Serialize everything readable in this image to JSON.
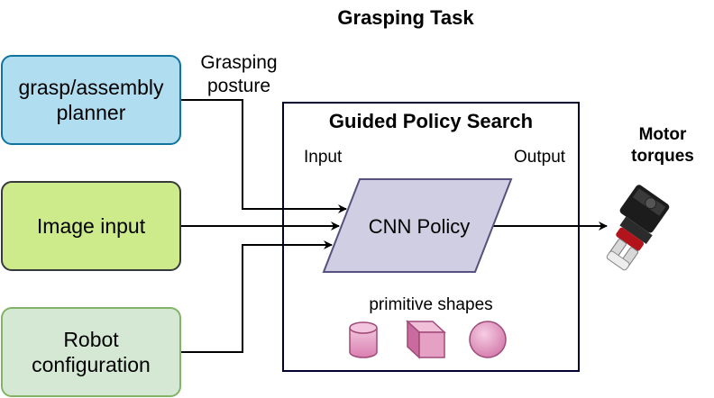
{
  "title": "Grasping Task",
  "boxes": {
    "planner": "grasp/assembly planner",
    "image_input": "Image input",
    "robot_config": "Robot configuration"
  },
  "edge_labels": {
    "grasping_posture": "Grasping posture"
  },
  "gps": {
    "title": "Guided Policy Search",
    "input_label": "Input",
    "output_label": "Output",
    "policy_label": "CNN Policy",
    "primitives_label": "primitive shapes",
    "primitive_icons": [
      "cylinder-icon",
      "cube-icon",
      "sphere-icon"
    ]
  },
  "output": {
    "label": "Motor torques",
    "icon": "robot-gripper-icon"
  },
  "colors": {
    "planner_fill": "#b1ddf0",
    "image_fill": "#cdeb8b",
    "robot_fill": "#d5e8d4",
    "policy_fill": "#d0cee2",
    "primitive_fill": "#e6a0c4"
  }
}
